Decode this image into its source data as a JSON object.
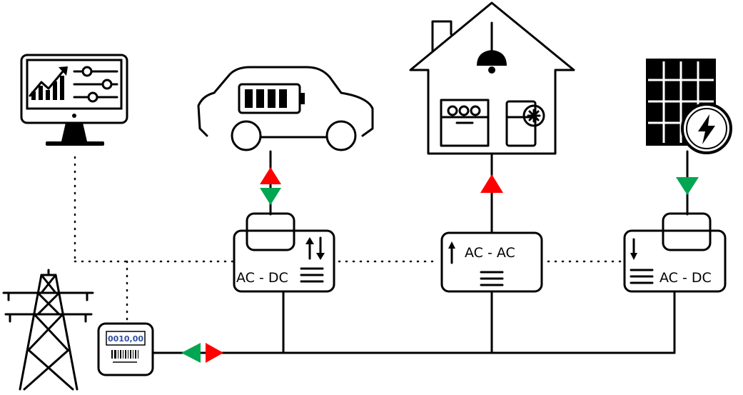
{
  "converters": [
    {
      "id": "ev",
      "label": "AC  - DC",
      "direction": "bidirectional"
    },
    {
      "id": "home",
      "label": "AC  - AC",
      "direction": "up"
    },
    {
      "id": "solar",
      "label": "AC  - DC",
      "direction": "down"
    }
  ],
  "meter": {
    "reading": "0010,00"
  },
  "colors": {
    "import_arrow": "#ff0000",
    "export_arrow": "#00a651",
    "line": "#000000"
  },
  "icons": [
    "monitor-dashboard-icon",
    "electric-car-icon",
    "house-icon",
    "solar-panel-icon",
    "power-pylon-icon",
    "electricity-meter-icon"
  ]
}
